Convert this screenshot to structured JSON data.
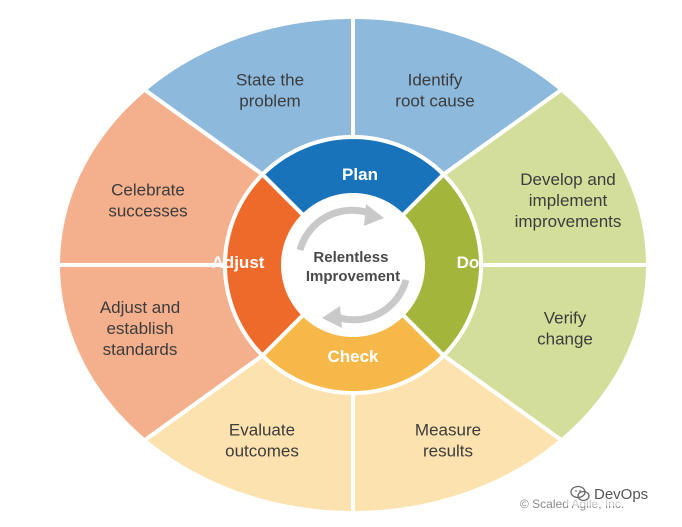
{
  "colors": {
    "plan_quadrant_outer": "#8db9dd",
    "do_quadrant_outer": "#d3de9a",
    "check_quadrant_outer": "#fce2ae",
    "adjust_quadrant_outer": "#f4b08c",
    "plan": "#1973ba",
    "do": "#a3b53a",
    "check": "#f7b84a",
    "adjust": "#ee6a2a",
    "center_arrows": "#c9c9c9",
    "separator": "#ffffff"
  },
  "outer_segments": [
    {
      "id": "state-problem",
      "lines": [
        "State the",
        "problem"
      ]
    },
    {
      "id": "identify-root-cause",
      "lines": [
        "Identify",
        "root cause"
      ]
    },
    {
      "id": "develop-implement",
      "lines": [
        "Develop and",
        "implement",
        "improvements"
      ]
    },
    {
      "id": "verify-change",
      "lines": [
        "Verify",
        "change"
      ]
    },
    {
      "id": "measure-results",
      "lines": [
        "Measure",
        "results"
      ]
    },
    {
      "id": "evaluate-outcomes",
      "lines": [
        "Evaluate",
        "outcomes"
      ]
    },
    {
      "id": "adjust-standards",
      "lines": [
        "Adjust and",
        "establish",
        "standards"
      ]
    },
    {
      "id": "celebrate-successes",
      "lines": [
        "Celebrate",
        "successes"
      ]
    }
  ],
  "inner_segments": [
    {
      "id": "plan",
      "label": "Plan"
    },
    {
      "id": "do",
      "label": "Do"
    },
    {
      "id": "check",
      "label": "Check"
    },
    {
      "id": "adjust",
      "label": "Adjust"
    }
  ],
  "center": {
    "lines": [
      "Relentless",
      "Improvement"
    ]
  },
  "copyright": "© Scaled Agile, Inc.",
  "watermark": {
    "label": "DevOps",
    "icon": "wechat-icon"
  }
}
